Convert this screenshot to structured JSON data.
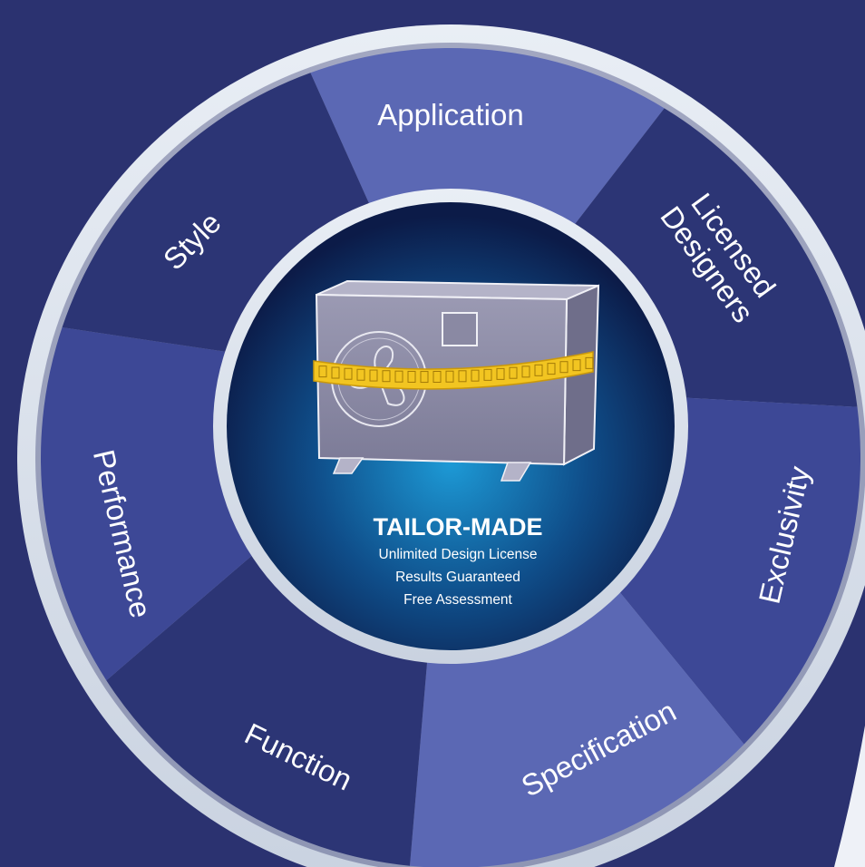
{
  "wheel": {
    "segments": [
      {
        "label": "Application",
        "lines": [
          "Application"
        ],
        "color": "#5b68b4"
      },
      {
        "label": "Licensed Designers",
        "lines": [
          "Licensed",
          "Designers"
        ],
        "color": "#2c3575"
      },
      {
        "label": "Exclusivity",
        "lines": [
          "Exclusivity"
        ],
        "color": "#3d4896"
      },
      {
        "label": "Specification",
        "lines": [
          "Specification"
        ],
        "color": "#5b68b4"
      },
      {
        "label": "Function",
        "lines": [
          "Function"
        ],
        "color": "#2c3575"
      },
      {
        "label": "Performance",
        "lines": [
          "Performance"
        ],
        "color": "#3d4896"
      },
      {
        "label": "Style",
        "lines": [
          "Style"
        ],
        "color": "#2c3575"
      }
    ]
  },
  "center": {
    "title": "TAILOR-MADE",
    "line1": "Unlimited Design License",
    "line2": "Results Guaranteed",
    "line3": "Free Assessment"
  },
  "colors": {
    "background": "#2b3270",
    "ring": "#dfe6f0",
    "hub_glow": "#1d9ad6",
    "hub_dark": "#0c1b48",
    "tape": "#f2c521",
    "unit": "#8f8ea8"
  },
  "icons": [
    "heat-pump-unit-icon",
    "measuring-tape-icon"
  ]
}
